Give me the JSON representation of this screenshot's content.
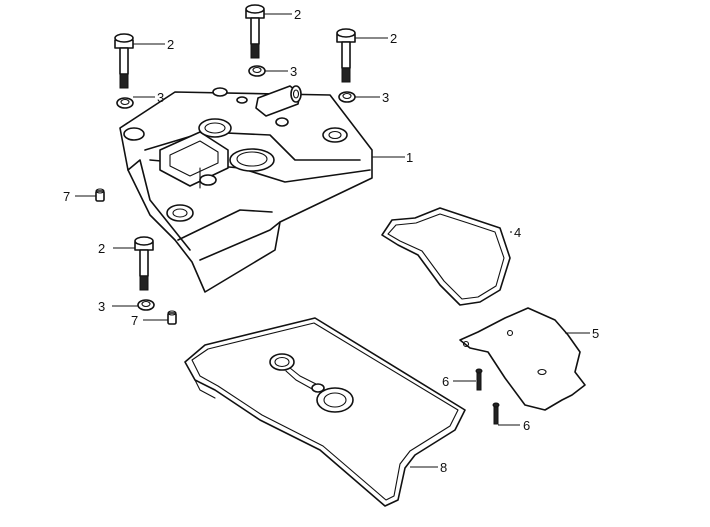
{
  "callouts": {
    "c1": "1",
    "c2a": "2",
    "c2b": "2",
    "c2c": "2",
    "c2d": "2",
    "c3a": "3",
    "c3b": "3",
    "c3c": "3",
    "c3d": "3",
    "c4": "4",
    "c5": "5",
    "c6a": "6",
    "c6b": "6",
    "c7a": "7",
    "c7b": "7",
    "c8": "8"
  }
}
